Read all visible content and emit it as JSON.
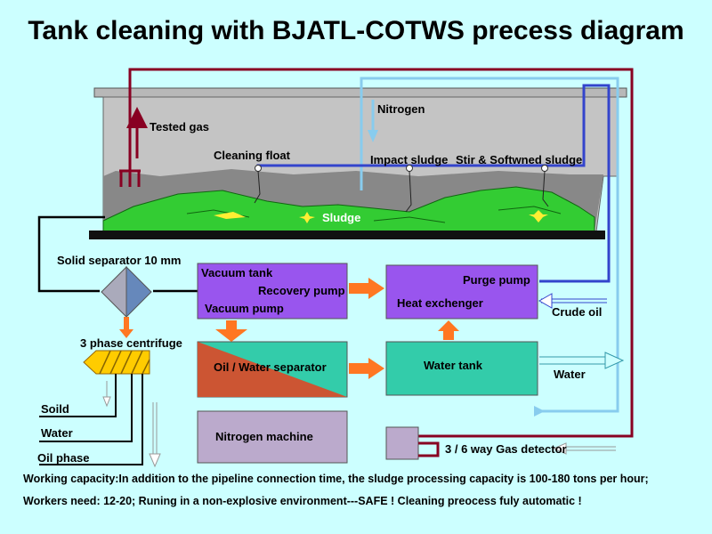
{
  "title": "Tank cleaning with BJATL-COTWS precess diagram",
  "labels": {
    "tested_gas": "Tested gas",
    "nitrogen": "Nitrogen",
    "cleaning_float": "Cleaning float",
    "impact_sludge": "Impact sludge",
    "stir_softened_sludge": "Stir & Softwned sludge",
    "sludge": "Sludge",
    "solid_separator": "Solid separator 10 mm",
    "vacuum_tank": "Vacuum tank",
    "recovery_pump": "Recovery pump",
    "vacuum_pump": "Vacuum pump",
    "purge_pump": "Purge pump",
    "heat_exchanger": "Heat exchenger",
    "crude_oil": "Crude oil",
    "three_phase_centrifuge": "3 phase centrifuge",
    "oil_water_separator": "Oil / Water separator",
    "water_tank": "Water tank",
    "water": "Water",
    "soild": "Soild",
    "water_out": "Water",
    "oil_phase": "Oil phase",
    "nitrogen_machine": "Nitrogen machine",
    "gas_detector": "3 / 6 way Gas detector"
  },
  "footer": {
    "line1": "Working capacity:In addition to the pipeline connection time, the sludge processing capacity is 100-180 tons per hour;",
    "line2": "Workers need: 12-20; Runing in a non-explosive environment---SAFE ! Cleaning preocess fuly automatic !"
  },
  "colors": {
    "background": "#ccffff",
    "tank_gas": "#c0c0c0",
    "sludge_green": "#33cc33",
    "box_purple": "#9955ee",
    "box_teal": "#33ccaa",
    "box_rust": "#cc5533",
    "box_lavender": "#bbaacc",
    "arrow_orange": "#ff7722",
    "pipe_red": "#880022",
    "pipe_blue": "#3344cc",
    "pipe_lightblue": "#88ccee"
  }
}
